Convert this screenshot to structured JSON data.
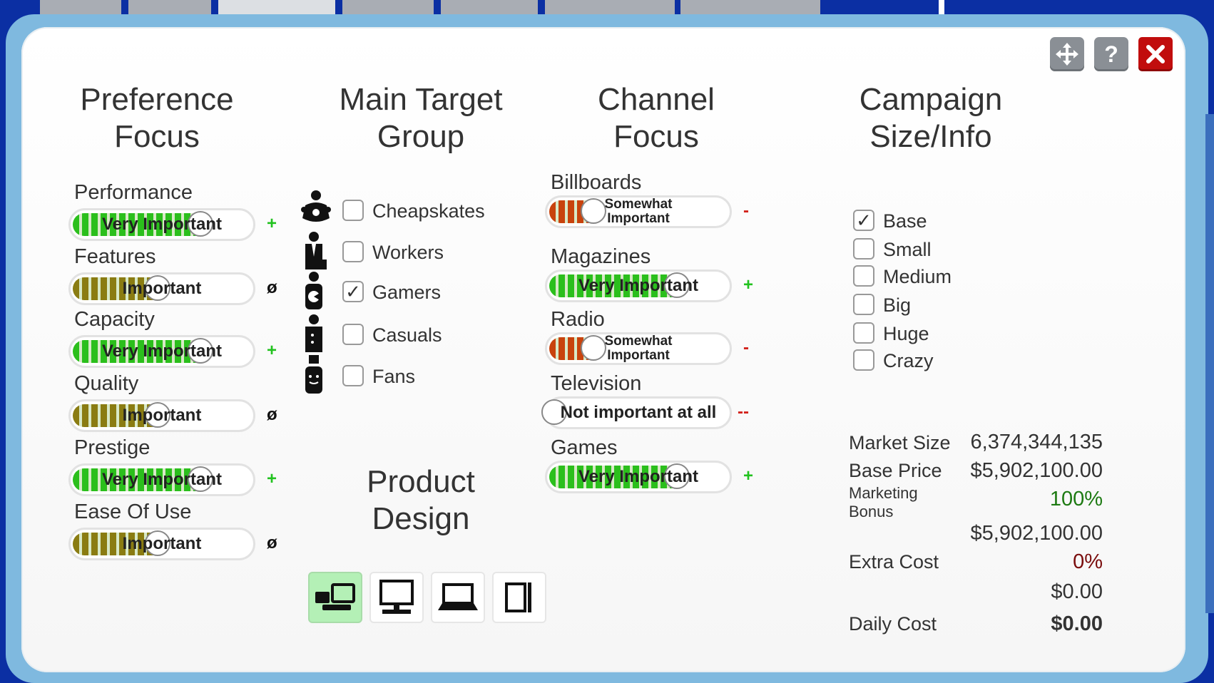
{
  "header": {
    "move_icon": "move-arrows-icon",
    "help_label": "?",
    "close_icon": "close-x-icon"
  },
  "columns": {
    "preference": "Preference Focus",
    "target": "Main Target Group",
    "channel": "Channel Focus",
    "campaign": "Campaign Size/Info",
    "design": "Product Design"
  },
  "preferences": [
    {
      "label": "Performance",
      "value": "Very Important",
      "level": 0.72,
      "sign": "+"
    },
    {
      "label": "Features",
      "value": "Important",
      "level": 0.48,
      "sign": "ø"
    },
    {
      "label": "Capacity",
      "value": "Very Important",
      "level": 0.72,
      "sign": "+"
    },
    {
      "label": "Quality",
      "value": "Important",
      "level": 0.48,
      "sign": "ø"
    },
    {
      "label": "Prestige",
      "value": "Very Important",
      "level": 0.72,
      "sign": "+"
    },
    {
      "label": "Ease Of Use",
      "value": "Important",
      "level": 0.48,
      "sign": "ø"
    }
  ],
  "targets": [
    {
      "label": "Cheapskates",
      "checked": false,
      "icon": "cheapskate-person-icon"
    },
    {
      "label": "Workers",
      "checked": false,
      "icon": "worker-person-icon"
    },
    {
      "label": "Gamers",
      "checked": true,
      "icon": "gamer-person-icon"
    },
    {
      "label": "Casuals",
      "checked": false,
      "icon": "casual-person-icon"
    },
    {
      "label": "Fans",
      "checked": false,
      "icon": "fan-person-icon"
    }
  ],
  "channels": [
    {
      "label": "Billboards",
      "value_line1": "Somewhat",
      "value_line2": "Important",
      "level": 0.25,
      "sign": "-"
    },
    {
      "label": "Magazines",
      "value_line1": "Very Important",
      "value_line2": "",
      "level": 0.72,
      "sign": "+"
    },
    {
      "label": "Radio",
      "value_line1": "Somewhat",
      "value_line2": "Important",
      "level": 0.25,
      "sign": "-"
    },
    {
      "label": "Television",
      "value_line1": "Not important at all",
      "value_line2": "",
      "level": 0.0,
      "sign": "--"
    },
    {
      "label": "Games",
      "value_line1": "Very Important",
      "value_line2": "",
      "level": 0.72,
      "sign": "+"
    }
  ],
  "sizes": [
    {
      "label": "Base",
      "checked": true
    },
    {
      "label": "Small",
      "checked": false
    },
    {
      "label": "Medium",
      "checked": false
    },
    {
      "label": "Big",
      "checked": false
    },
    {
      "label": "Huge",
      "checked": false
    },
    {
      "label": "Crazy",
      "checked": false
    }
  ],
  "info": {
    "market_size_label": "Market Size",
    "market_size": "6,374,344,135",
    "base_price_label": "Base Price",
    "base_price": "$5,902,100.00",
    "marketing_bonus_label_1": "Marketing",
    "marketing_bonus_label_2": "Bonus",
    "marketing_bonus": "100%",
    "bonus_total": "$5,902,100.00",
    "extra_cost_label": "Extra Cost",
    "extra_cost_pct": "0%",
    "extra_cost": "$0.00",
    "daily_cost_label": "Daily Cost",
    "daily_cost": "$0.00"
  },
  "design_options": [
    {
      "icon": "desktop-combo-icon",
      "active": true
    },
    {
      "icon": "monitor-icon",
      "active": false
    },
    {
      "icon": "laptop-icon",
      "active": false
    },
    {
      "icon": "tablet-icon",
      "active": false
    }
  ],
  "colors": {
    "very_important": "#2bbf1c",
    "important": "#8a7c12",
    "somewhat": "#c8430d",
    "accent_close": "#c10d0d"
  }
}
